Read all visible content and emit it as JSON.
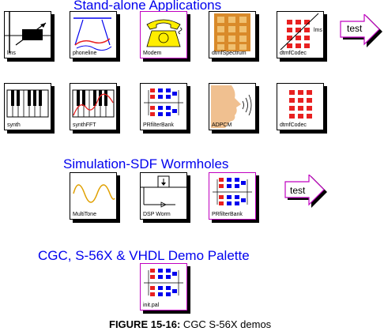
{
  "sections": {
    "standalone_title": "Stand-alone Applications",
    "simulation_title": "Simulation-SDF Wormholes",
    "cgc_title": "CGC, S-56X & VHDL Demo Palette"
  },
  "standalone_row1": [
    {
      "label": "lms"
    },
    {
      "label": "phoneline"
    },
    {
      "label": "Modem"
    },
    {
      "label": "dtmfSpectrum"
    },
    {
      "label": "dtmfCodec",
      "extra": "lms"
    }
  ],
  "standalone_row2": [
    {
      "label": "synth"
    },
    {
      "label": "synthFFT"
    },
    {
      "label": "PRfilterBank"
    },
    {
      "label": "ADPCM"
    },
    {
      "label": "dtmfCodec"
    }
  ],
  "simulation_row": [
    {
      "label": "MultiTone"
    },
    {
      "label": "DSP Worm"
    },
    {
      "label": "PRfilterBank"
    }
  ],
  "cgc_row": [
    {
      "label": "init.pal"
    }
  ],
  "test_arrows": [
    {
      "label": "test"
    },
    {
      "label": "test"
    }
  ],
  "caption": {
    "prefix": "FIGURE 15-16:",
    "text": " CGC S-56X demos"
  },
  "colors": {
    "title": "#0000ee",
    "magenta": "#c000c0",
    "modem_yellow": "#ffee00",
    "spectrum_orange": "#d98a2a",
    "codec_red": "#e82020",
    "sine_orange": "#e0a000"
  }
}
